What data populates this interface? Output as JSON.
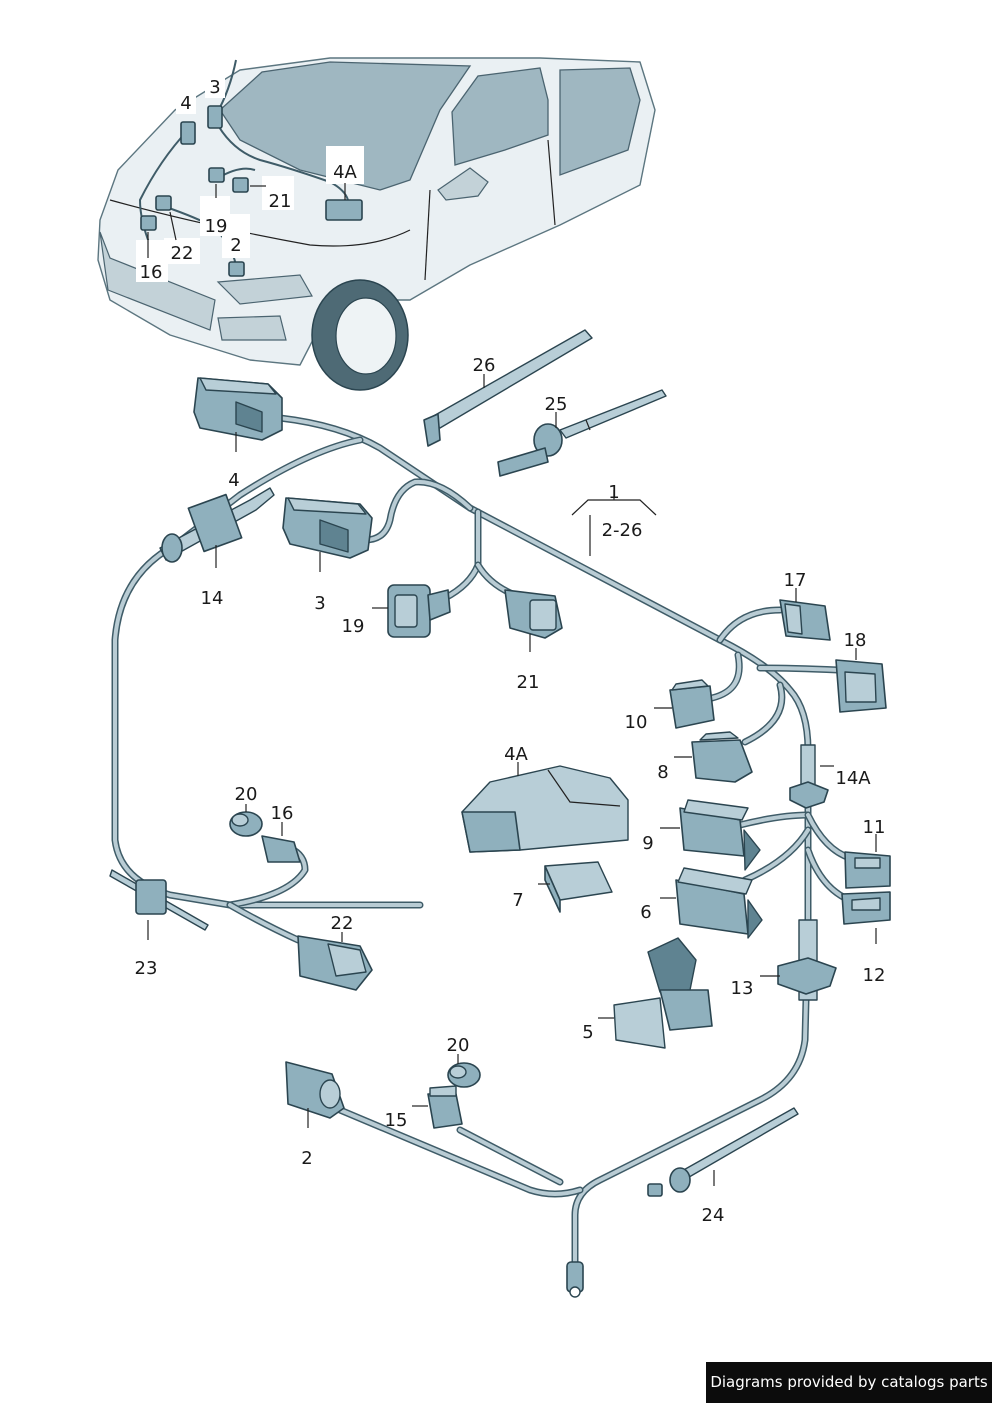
{
  "callouts": {
    "car_4": "4",
    "car_3": "3",
    "car_4A": "4A",
    "car_21": "21",
    "car_19": "19",
    "car_2": "2",
    "car_22": "22",
    "car_16": "16",
    "p26": "26",
    "p25": "25",
    "p1": "1",
    "p2_26": "2-26",
    "p4": "4",
    "p14": "14",
    "p3": "3",
    "p19": "19",
    "p21": "21",
    "p17": "17",
    "p18": "18",
    "p10": "10",
    "p8": "8",
    "p14A": "14A",
    "p4A": "4A",
    "p9": "9",
    "p11": "11",
    "p7": "7",
    "p6": "6",
    "p12": "12",
    "p13": "13",
    "p20a": "20",
    "p16": "16",
    "p22": "22",
    "p23": "23",
    "p5": "5",
    "p20b": "20",
    "p15": "15",
    "p2": "2",
    "p24": "24"
  },
  "footer": {
    "text": "Diagrams provided by catalogs parts"
  }
}
